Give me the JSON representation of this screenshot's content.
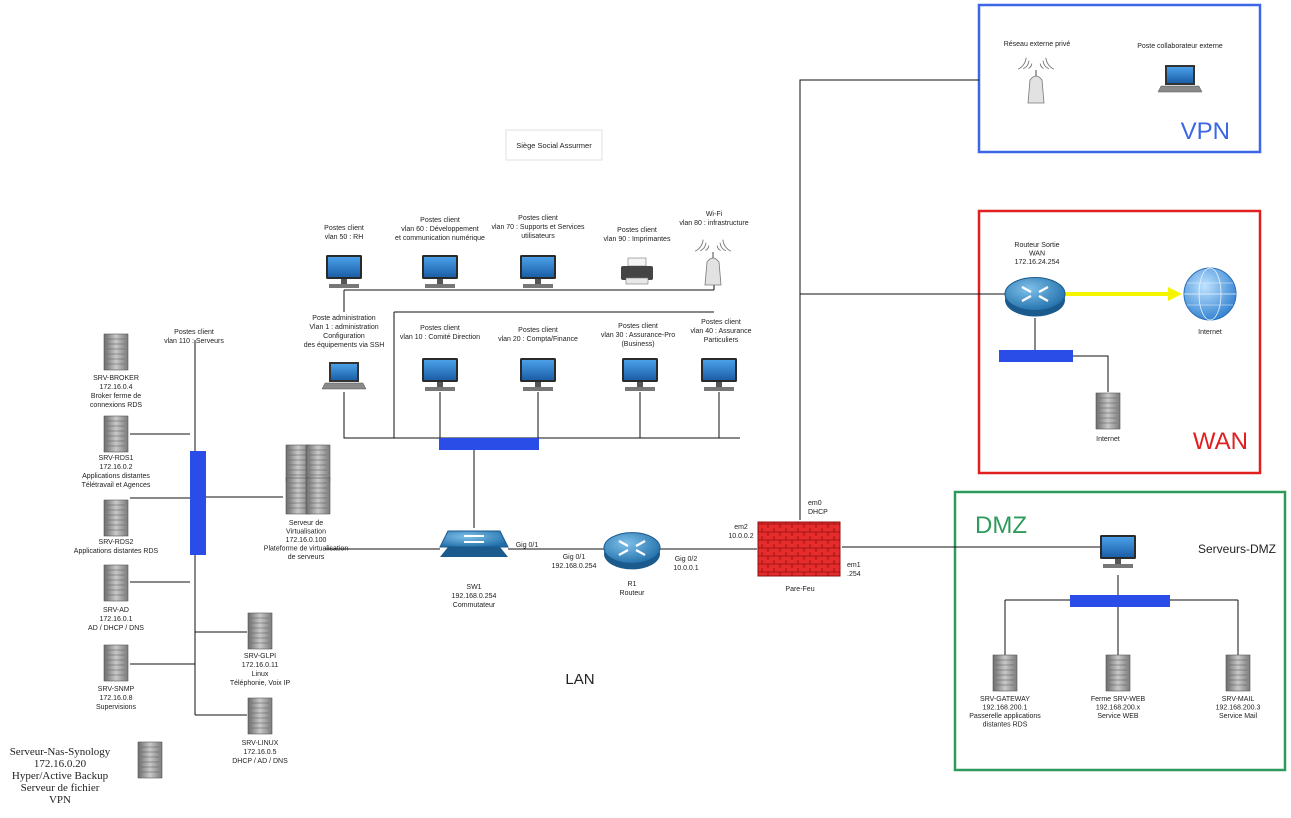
{
  "colors": {
    "vpn": "#3b66e8",
    "wan": "#e02020",
    "dmz": "#2e9b5c",
    "switch": "#2a4de8",
    "firewall": "#e52b2b",
    "internet_link": "#f5f500"
  },
  "zones": {
    "vpn": {
      "title": "VPN",
      "network_label": "Réseau  externe privé",
      "laptop_label": "Poste collaborateur externe"
    },
    "wan": {
      "title": "WAN",
      "router": [
        "Routeur Sortie",
        "WAN",
        "172.16.24.254"
      ],
      "globe_label": "Internet",
      "server_label": "Internet"
    },
    "dmz": {
      "title": "DMZ",
      "subtitle": "Serveurs-DMZ",
      "servers": [
        [
          "SRV-GATEWAY",
          "192.168.200.1",
          "Passerelle applications",
          "distantes RDS"
        ],
        [
          "Ferme SRV-WEB",
          "192.168.200.x",
          "Service WEB"
        ],
        [
          "SRV-MAIL",
          "192.168.200.3",
          "Service Mail"
        ]
      ]
    }
  },
  "lan": {
    "title": "LAN",
    "site_label": "Siège Social Assurmer",
    "top_clients": [
      [
        "Postes client",
        "vlan 50 : RH"
      ],
      [
        "Postes client",
        "vlan 60 : Développement",
        "et communication numérique"
      ],
      [
        "Postes client",
        "vlan 70 : Supports et Services",
        "utilisateurs"
      ],
      [
        "Postes client",
        "vlan 90 : Imprimantes"
      ],
      [
        "Wi-Fi",
        "vlan 80 : infrastructure"
      ]
    ],
    "bottom_clients": [
      [
        "Poste administration",
        "Vlan 1 : administration",
        "Configuration",
        "des équipements via SSH"
      ],
      [
        "Postes client",
        "vlan 10 : Comité Direction"
      ],
      [
        "Postes client",
        "vlan 20 : Compta/Finance"
      ],
      [
        "Postes client",
        "vlan 30 : Assurance-Pro",
        "(Business)"
      ],
      [
        "Postes client",
        "vlan 40 : Assurance",
        "Particuliers"
      ]
    ],
    "servers_vlan": [
      "Postes client",
      "vlan 110 : Serveurs"
    ],
    "left_servers": [
      [
        "SRV-BROKER",
        "172.16.0.4",
        "Broker ferme de",
        "connexions RDS"
      ],
      [
        "SRV-RDS1",
        "172.16.0.2",
        "Applications distantes",
        "Télétravail et Agences"
      ],
      [
        "SRV-RDS2",
        "Applications distantes RDS"
      ],
      [
        "SRV-AD",
        "172.16.0.1",
        "AD / DHCP / DNS"
      ],
      [
        "SRV-SNMP",
        "172.16.0.8",
        "Supervisions"
      ]
    ],
    "right_servers": [
      [
        "SRV-GLPI",
        "172.16.0.11",
        "Linux",
        "Téléphonie, Voix IP"
      ],
      [
        "SRV-LINUX",
        "172.16.0.5",
        "DHCP / AD / DNS"
      ]
    ],
    "nas": [
      "Serveur-Nas-Synology",
      "172.16.0.20",
      "Hyper/Active Backup",
      "Serveur de fichier",
      "VPN"
    ],
    "virt": [
      "Serveur de",
      "Virtualisation",
      "172.16.0.100",
      "Plateforme de virtualisation",
      "de serveurs"
    ],
    "sw1": [
      "SW1",
      "192.168.0.254",
      "Commutateur"
    ],
    "r1": [
      "R1",
      "Routeur"
    ],
    "firewall": {
      "label": "Pare-Feu",
      "em0": [
        "em0",
        "DHCP"
      ],
      "em1": [
        "em1",
        ".254"
      ],
      "em2": [
        "em2",
        "10.0.0.2"
      ]
    },
    "links": {
      "sw_gig01": "Gig 0/1",
      "r1_gig01": [
        "Gig 0/1",
        "192.168.0.254"
      ],
      "r1_gig02": [
        "Gig 0/2",
        "10.0.0.1"
      ]
    }
  }
}
